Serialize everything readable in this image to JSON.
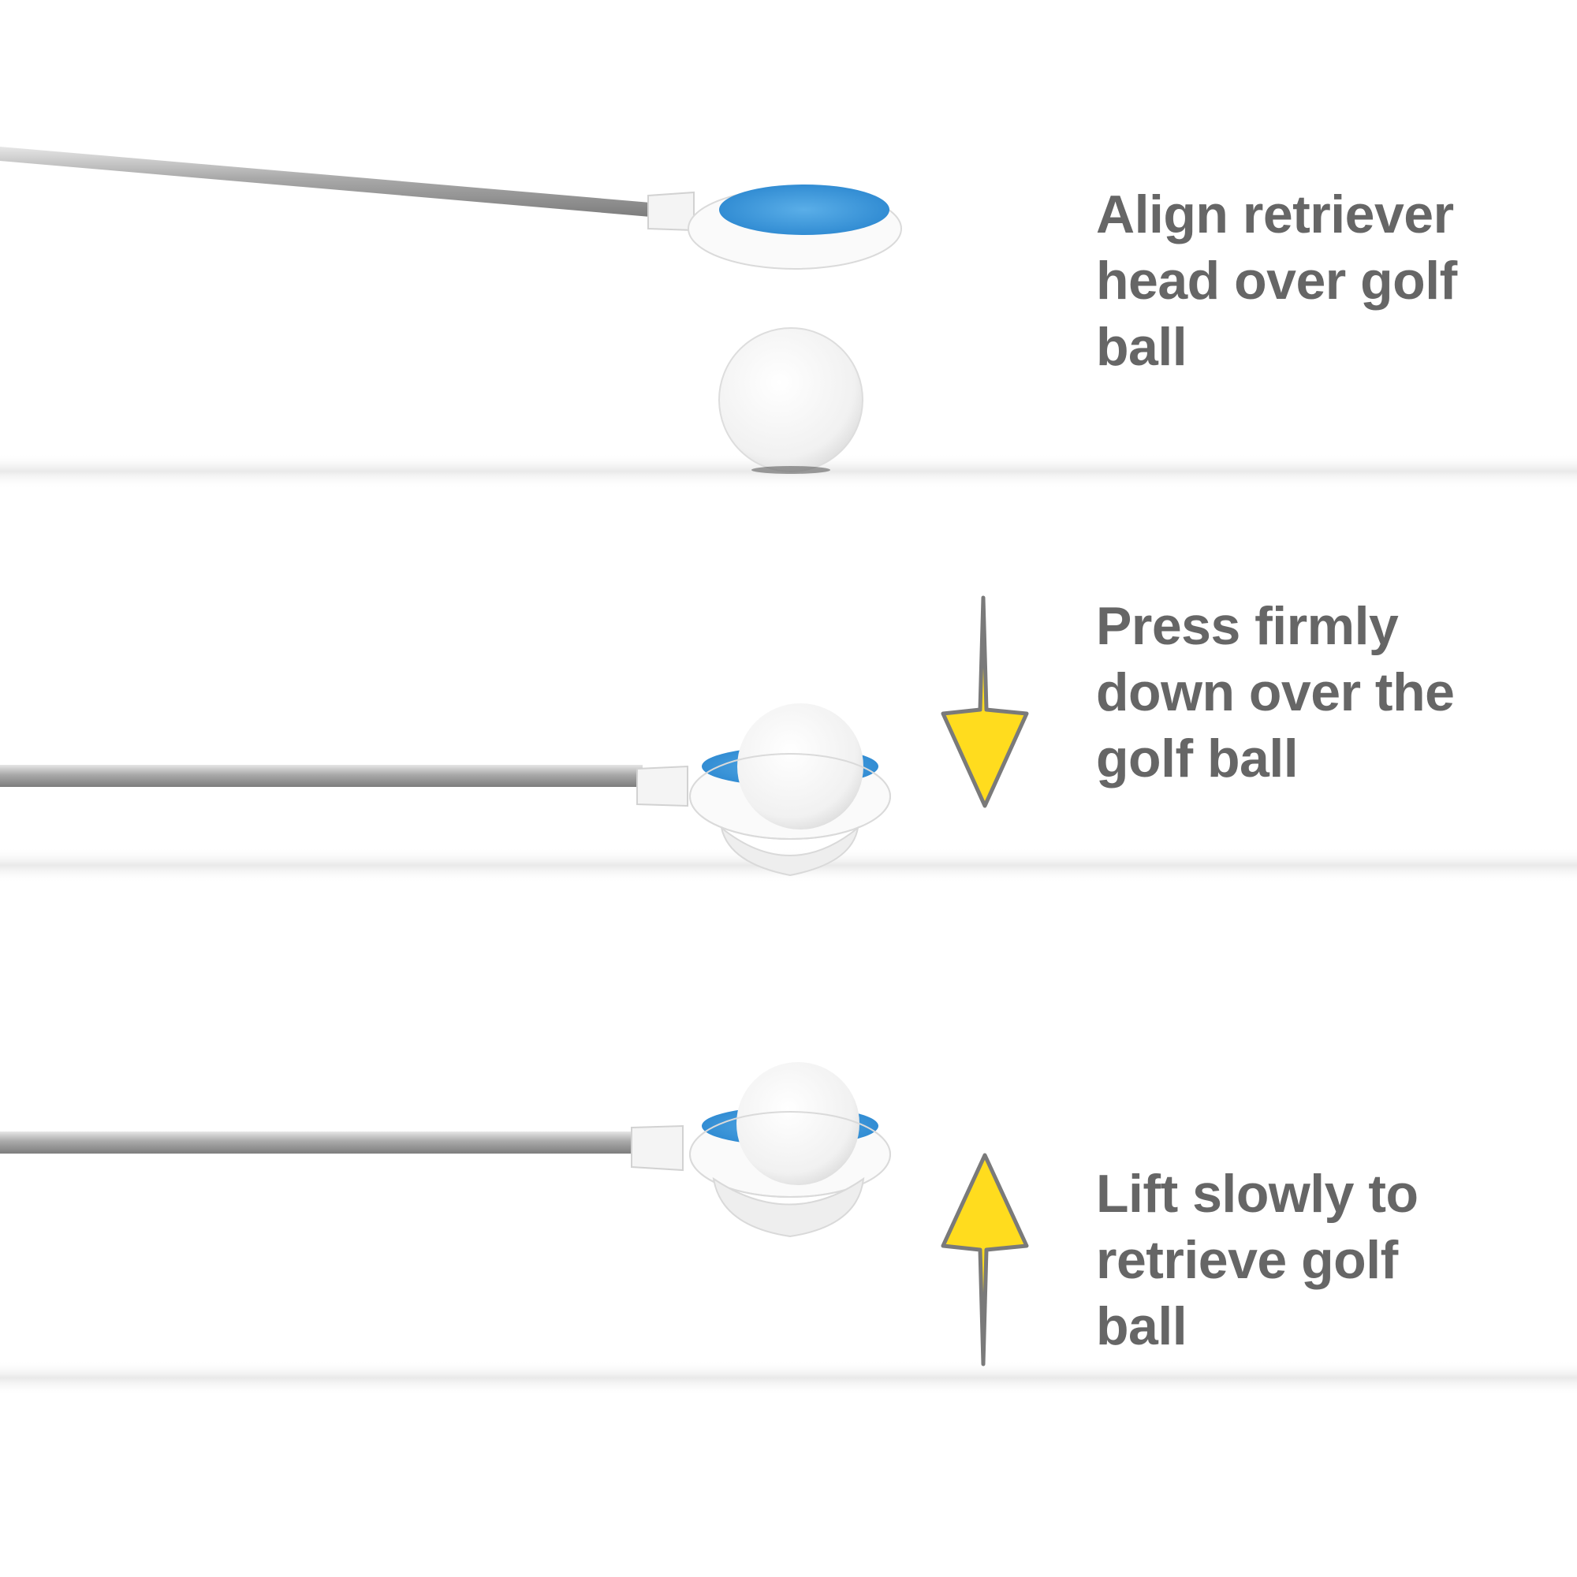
{
  "steps": [
    {
      "lines": [
        "Align retriever",
        "head over golf",
        "ball"
      ]
    },
    {
      "lines": [
        "Press firmly",
        "down over the",
        "golf ball"
      ]
    },
    {
      "lines": [
        "Lift slowly to",
        "retrieve golf",
        "ball"
      ]
    }
  ],
  "colors": {
    "text": "#666666",
    "arrow_fill": "#ffdc1e",
    "arrow_stroke": "#7a7a7a",
    "pad_blue": "#2f8fd6",
    "shaft": "#b8b8b8"
  },
  "icons": {
    "arrow_down": "arrow-down-icon",
    "arrow_up": "arrow-up-icon"
  }
}
